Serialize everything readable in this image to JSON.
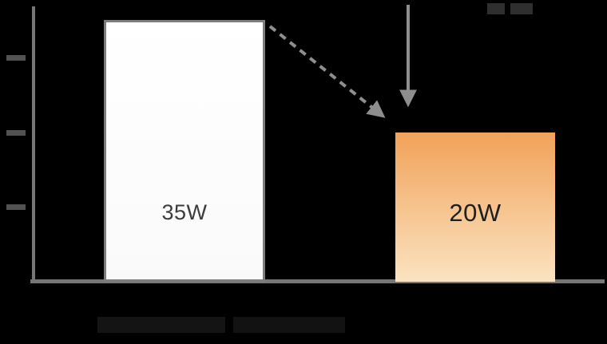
{
  "chart_data": {
    "type": "bar",
    "title": "",
    "categories": [
      "bar-left",
      "bar-right"
    ],
    "values": [
      35,
      20
    ],
    "unit": "W",
    "value_labels": [
      "35W",
      "20W"
    ],
    "ylim": [
      0,
      37.5
    ],
    "yticks": [
      10,
      20,
      30
    ],
    "ytick_labels_visible": false,
    "xtick_labels_visible": false,
    "grid": false,
    "legend": "none",
    "annotations": [
      {
        "type": "dashed-arrow",
        "from": "top-right corner of 35W bar",
        "to": "top of 20W bar",
        "meaning": "reduction from 35W to 20W"
      },
      {
        "type": "straight-down-arrow",
        "target": "top of 20W bar"
      }
    ],
    "bars": [
      {
        "label": "35W",
        "value": 35,
        "fill": "#ffffff",
        "border": "#7d7d7d",
        "label_color": "#3c3c3c"
      },
      {
        "label": "20W",
        "value": 20,
        "fill_top": "#f1a259",
        "fill_bottom": "#fbe3c1",
        "border": "none",
        "label_color": "#1f1f1f"
      }
    ]
  },
  "style": {
    "background": "#000000",
    "axis_color": "#767676",
    "tick_color": "#525252",
    "arrow_color": "#8e8e8e"
  }
}
